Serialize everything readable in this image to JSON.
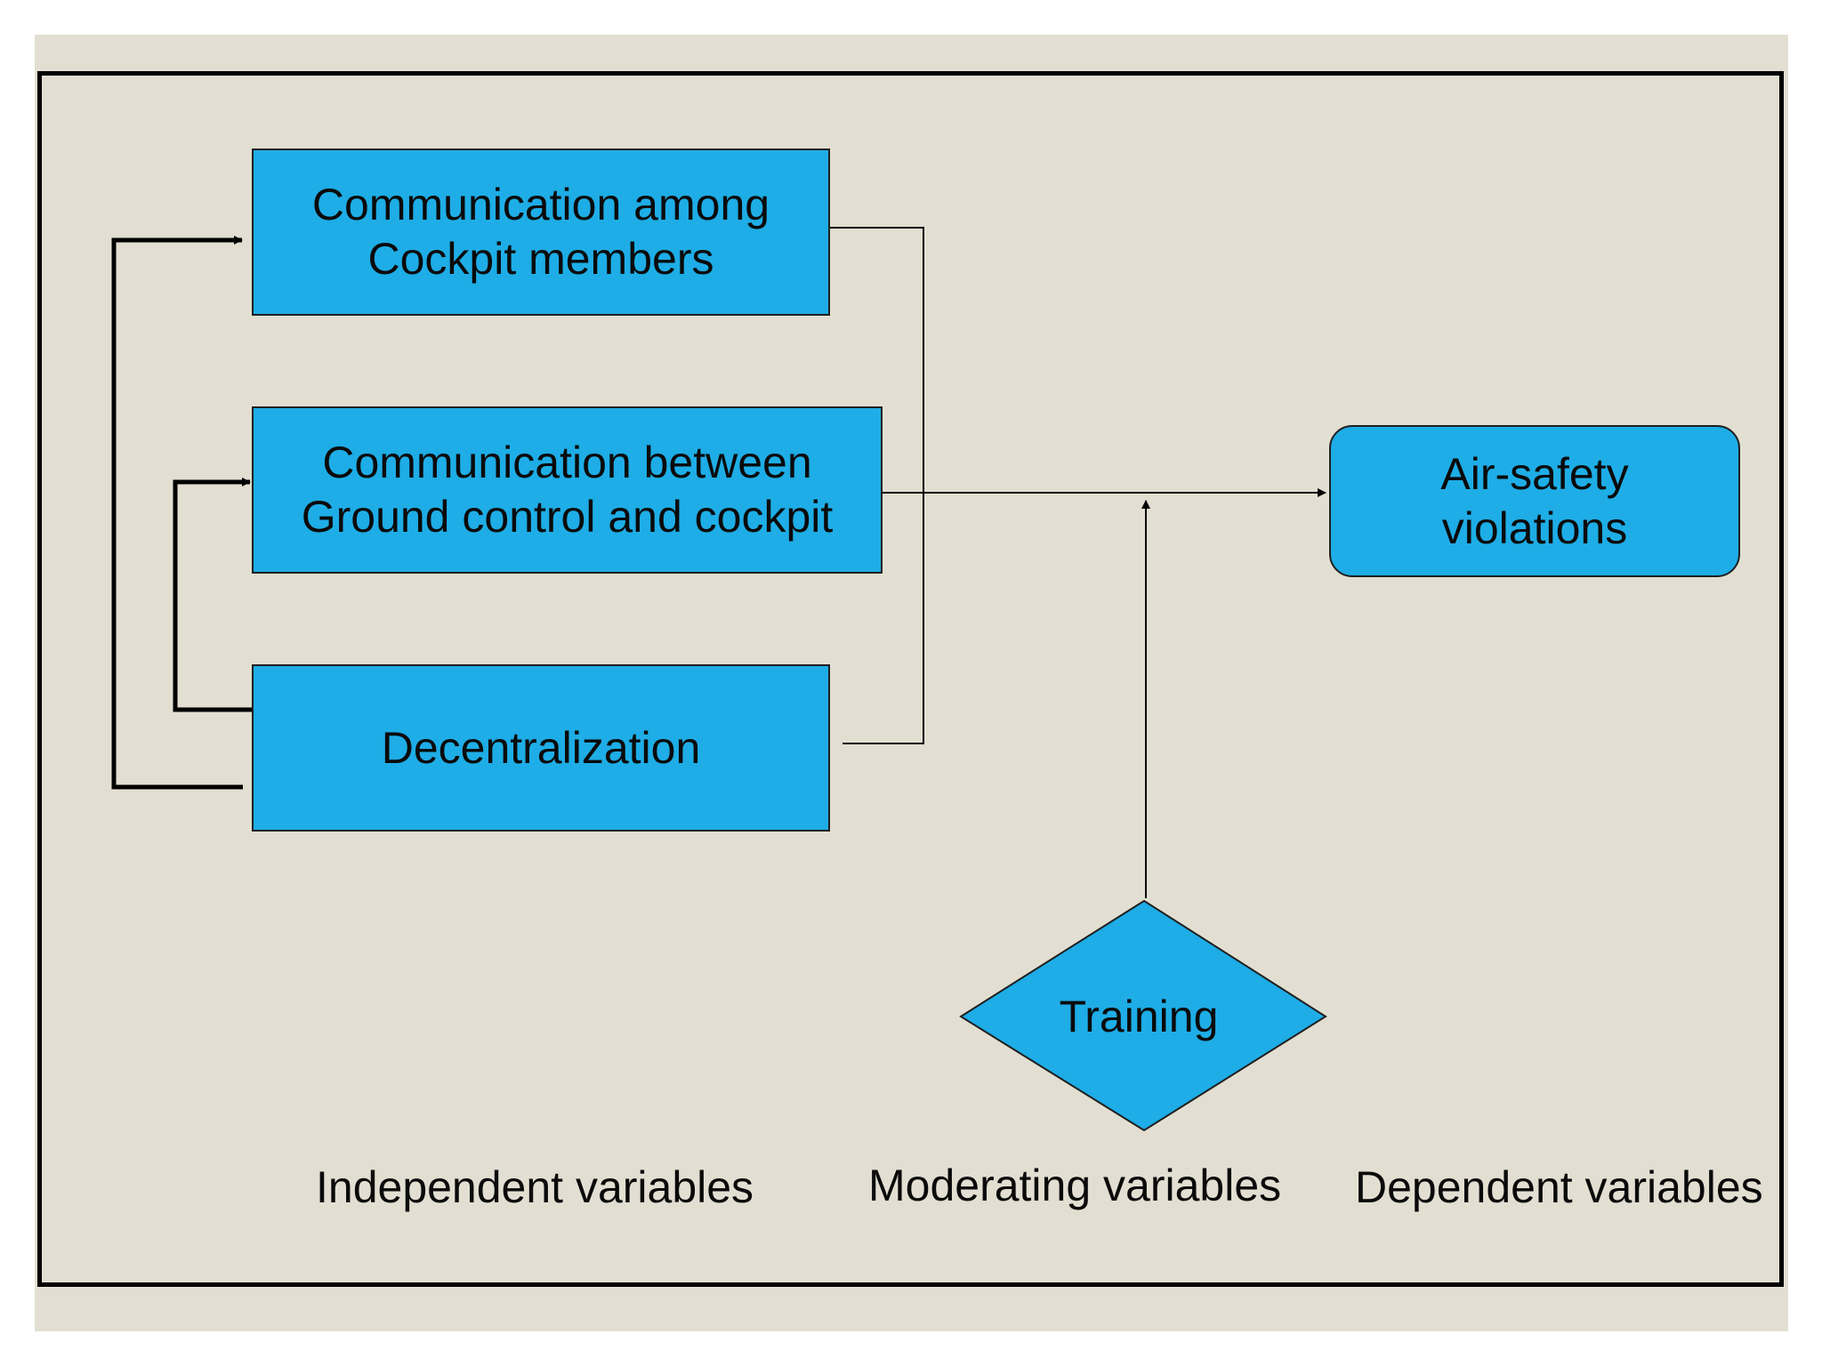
{
  "colors": {
    "background": "#e2dfd2",
    "node_fill": "#1eade6",
    "frame_border": "#000000",
    "text": "#0a0a0a"
  },
  "nodes": {
    "comm_cockpit": {
      "line1": "Communication among",
      "line2": "Cockpit members"
    },
    "comm_ground": {
      "line1": "Communication between",
      "line2": "Ground control and cockpit"
    },
    "decentralization": {
      "label": "Decentralization"
    },
    "air_safety": {
      "line1": "Air-safety",
      "line2": "violations"
    },
    "training": {
      "label": "Training"
    }
  },
  "captions": {
    "independent": "Independent variables",
    "moderating": "Moderating variables",
    "dependent": "Dependent variables"
  }
}
